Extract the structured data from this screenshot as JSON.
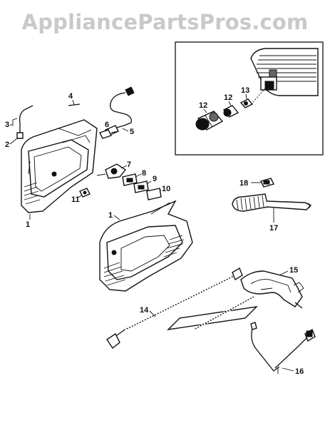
{
  "watermark": "AppliancePartsPros.com",
  "callouts": {
    "p1a": "1",
    "p1b": "1",
    "p2": "2",
    "p3": "3",
    "p4": "4",
    "p5": "5",
    "p6": "6",
    "p7": "7",
    "p8": "8",
    "p9": "9",
    "p10": "10",
    "p11": "11",
    "p12a": "12",
    "p12b": "12",
    "p13": "13",
    "p14": "14",
    "p15": "15",
    "p16": "16",
    "p17": "17",
    "p18": "18"
  }
}
